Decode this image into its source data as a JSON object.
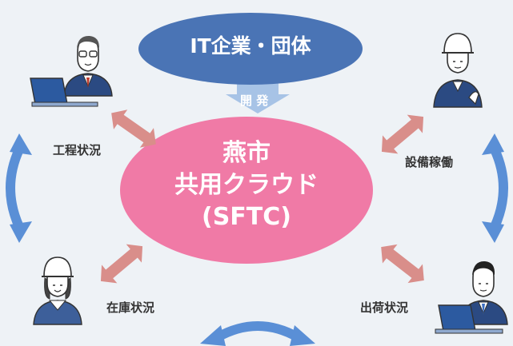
{
  "top_node": {
    "label": "IT企業・団体"
  },
  "dev_label": "開 発",
  "center_node": {
    "line1": "燕市",
    "line2": "共用クラウド",
    "line3": "(SFTC)"
  },
  "labels": {
    "progress": "工程状況",
    "equipment": "設備稼働",
    "inventory": "在庫状況",
    "shipping": "出荷状況"
  },
  "colors": {
    "top_node": "#4a74b5",
    "center_node": "#f07aa6",
    "link_arrow": "#d98e8a",
    "cycle_arrow": "#5a8fd6",
    "dev_arrow": "#a7c3e6"
  },
  "icons": {
    "top_left": "office-worker-laptop-icon",
    "top_right": "factory-worker-helmet-icon",
    "bottom_left": "female-worker-helmet-icon",
    "bottom_right": "office-worker-laptop-icon"
  }
}
